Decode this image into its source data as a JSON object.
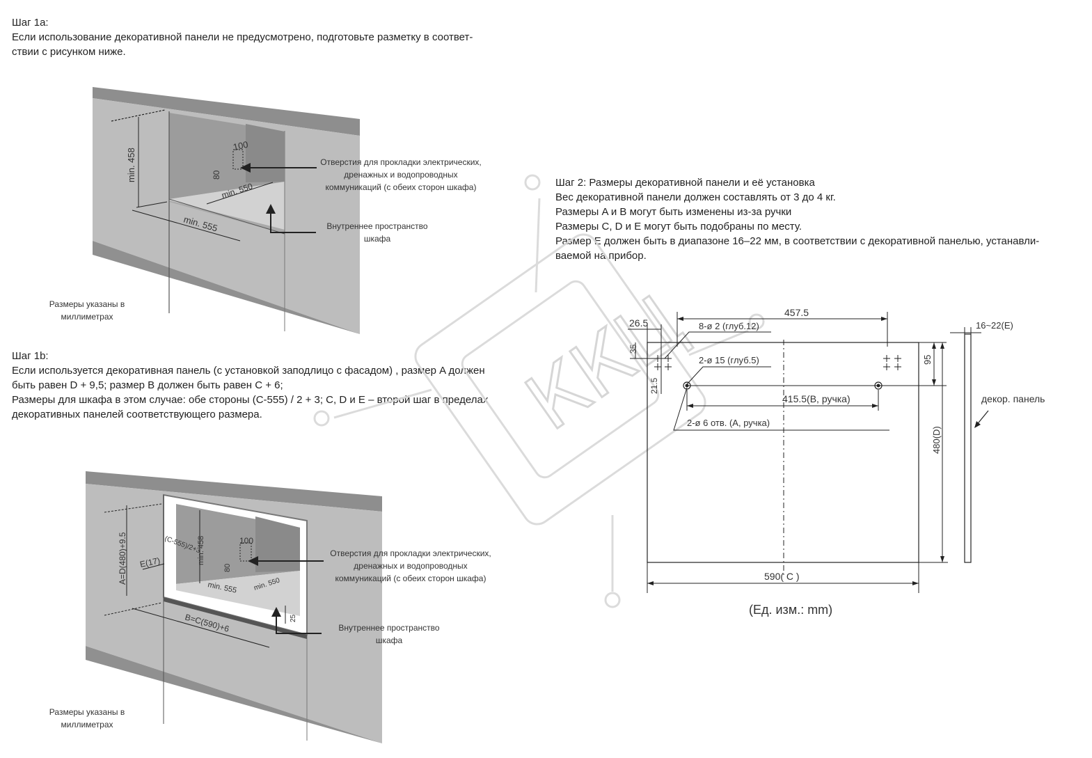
{
  "step1a": {
    "title": "Шаг 1а:",
    "line1": "Если использование декоративной панели не предусмотрено, подготовьте разметку в соответ-",
    "line2": "ствии с рисунком ниже."
  },
  "fig1": {
    "dim_height": "min. 458",
    "dim_100": "100",
    "dim_80": "80",
    "dim_550": "min. 550",
    "dim_555": "min. 555",
    "callout_holes": [
      "Отверстия для прокладки электрических,",
      "дренажных и водопроводных",
      "коммуникаций (с  обеих сторон шкафа)"
    ],
    "callout_inner": [
      "Внутреннее пространство",
      "шкафа"
    ],
    "units_note": [
      "Размеры указаны в",
      "миллиметрах"
    ]
  },
  "step1b": {
    "title": "Шаг 1b:",
    "line1": "Если используется декоративная панель (с установкой заподлицо с фасадом) , размер A должен",
    "line2": "быть равен D + 9,5; размер В должен быть равен С + 6;",
    "line3": "Размеры для шкафа в этом случае: обе стороны (С-555) / 2 + 3; С, D и Е – второй шаг в пределах",
    "line4": "декоративных панелей соответствующего размера."
  },
  "fig2": {
    "dim_a": "A=D(480)+9.5",
    "dim_e": "E(17)",
    "dim_c": "(C-555)/2+3",
    "dim_height": "min. 458",
    "dim_100": "100",
    "dim_80": "80",
    "dim_555": "min. 555",
    "dim_550": "min. 550",
    "dim_25": "25",
    "dim_b": "B=C(590)+6",
    "callout_holes": [
      "Отверстия для прокладки электрических,",
      "дренажных и водопроводных",
      "коммуникаций (с  обеих сторон шкафа)"
    ],
    "callout_inner": [
      "Внутреннее пространство",
      "шкафа"
    ],
    "units_note": [
      "Размеры указаны в",
      "миллиметрах"
    ]
  },
  "step2": {
    "title": "Шаг 2: Размеры декоративной панели и её установка",
    "line1": "Вес декоративной панели должен составлять от 3 до 4 кг.",
    "line2": "Размеры A и B могут быть изменены из-за ручки",
    "line3": "Размеры С, D и Е могут быть подобраны по месту.",
    "line4": "Размер Е должен быть в диапазоне 16–22 мм, в соответствии с декоративной панелью, устанавли-",
    "line5": "ваемой на прибор."
  },
  "panel": {
    "dim_4575": "457.5",
    "dim_265": "26.5",
    "dim_35": "35",
    "dim_215": "21.5",
    "holes_small": "8-ø 2 (глуб.12)",
    "holes_big": "2-ø 15 (глуб.5)",
    "dim_4155": "415.5(B, ручка)",
    "holes_handle": "2-ø 6 отв. (A, ручка)",
    "dim_95": "95",
    "dim_480": "480(D)",
    "dim_590": "590( C )",
    "dim_e": "16~22(E)",
    "side_label": "декор. панель",
    "units": "(Ед. изм.: mm)"
  },
  "watermark": {
    "text": "ККЦ"
  },
  "colors": {
    "wall": "#b8b8b8",
    "wall_top": "#8e8e8e",
    "cavity": "#9a9a9a",
    "line": "#222222",
    "watermark": "#d8d8d8"
  }
}
